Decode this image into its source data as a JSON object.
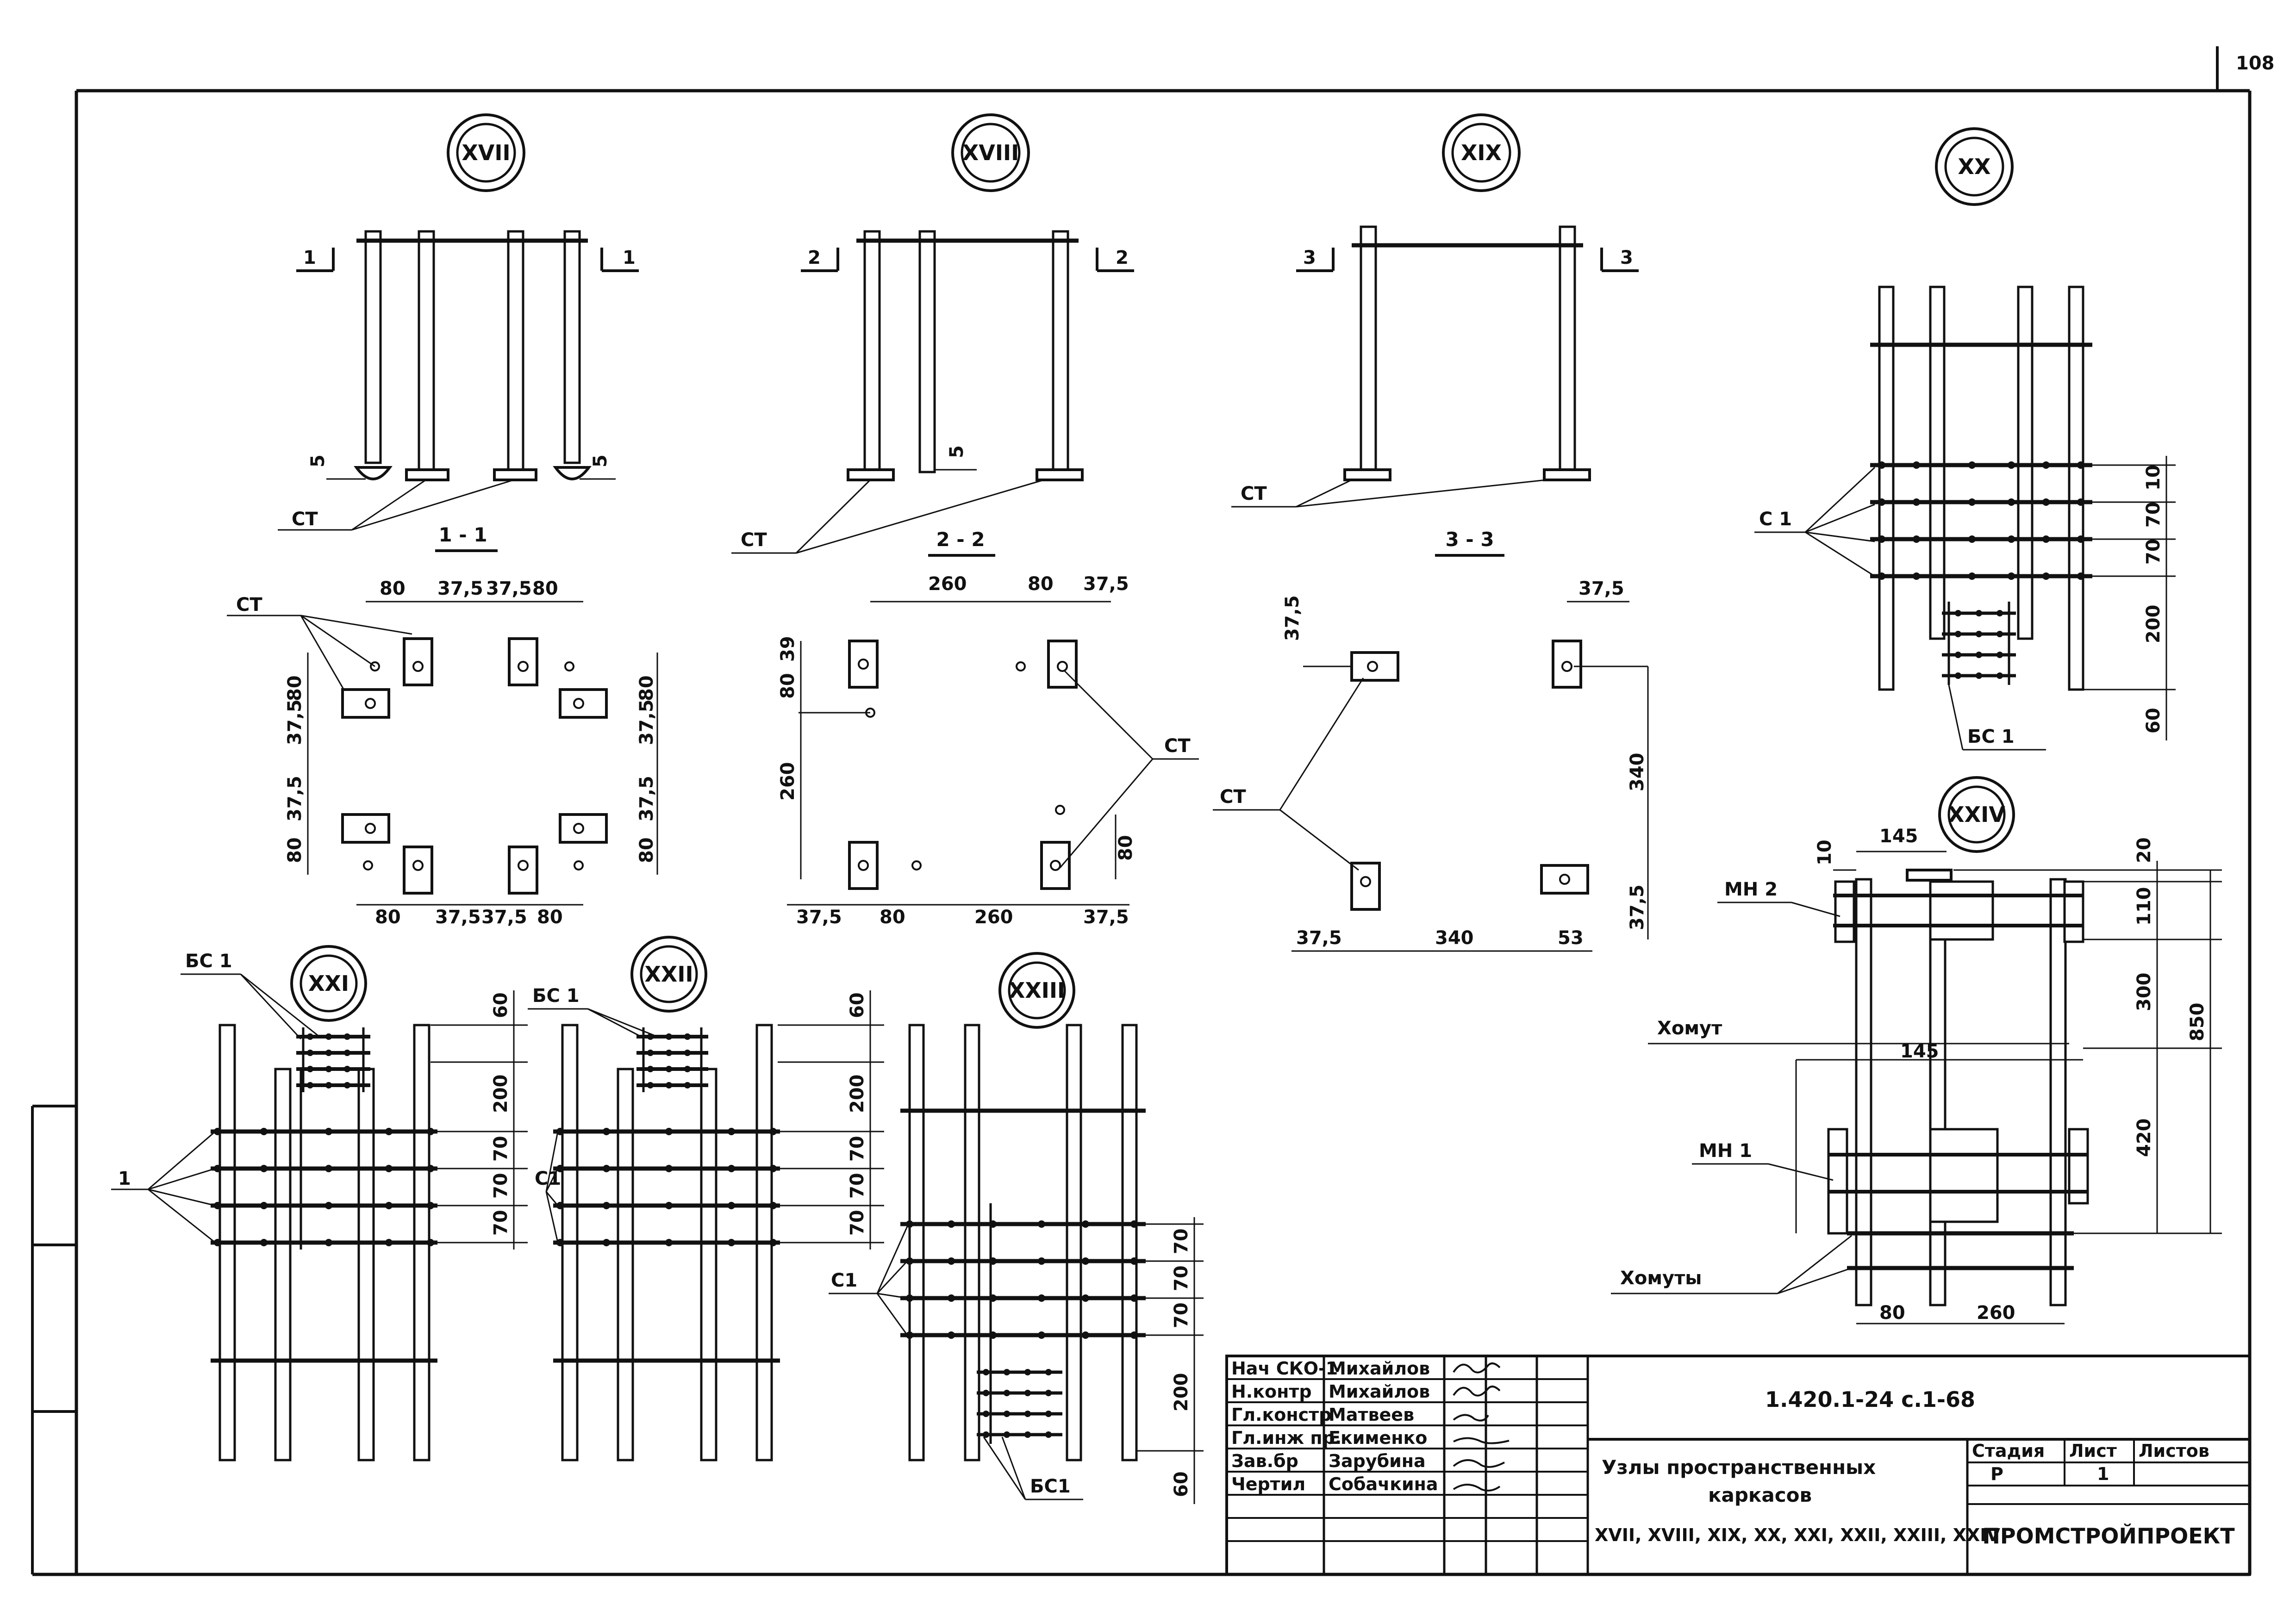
{
  "sheet_number": "108",
  "nodes": {
    "xvii": "XVII",
    "xviii": "XVIII",
    "xix": "XIX",
    "xx": "XX",
    "xxi": "XXI",
    "xxii": "XXII",
    "xxiii": "XXIII",
    "xxiv": "XXIV"
  },
  "labels": {
    "st": "СТ",
    "bs1": "БС 1",
    "bs1b": "БС1",
    "c1": "С1",
    "c1b": "С 1",
    "one": "1",
    "mn1": "МН 1",
    "mn2": "МН 2",
    "khomut": "Хомут",
    "khomuty": "Хомуты"
  },
  "sections": {
    "s1": "1 - 1",
    "s2": "2 - 2",
    "s3": "3 - 3",
    "m1": "1",
    "m2": "2",
    "m3": "3"
  },
  "dims": {
    "d5": "5",
    "d10": "10",
    "d20": "20",
    "d37": "37,5",
    "d39": "39",
    "d53": "53",
    "d60": "60",
    "d70": "70",
    "d80": "80",
    "d110": "110",
    "d145": "145",
    "d200": "200",
    "d260": "260",
    "d300": "300",
    "d340": "340",
    "d420": "420",
    "d850": "850"
  },
  "title_block": {
    "roles": [
      "Нач СКО-1",
      "Н.контр",
      "Гл.констр",
      "Гл.инж пр.",
      "Зав.бр",
      "Чертил"
    ],
    "names": [
      "Михайлов",
      "Михайлов",
      "Матвеев",
      "Екименко",
      "Зарубина",
      "Собачкина"
    ],
    "code": "1.420.1-24 с.1-68",
    "title_line1": "Узлы пространственных",
    "title_line2": "каркасов",
    "title_line3": "XVII, XVIII, XIX, XX, XXI, XXII, XXIII, XXIV",
    "stage_header": "Стадия",
    "sheet_header": "Лист",
    "sheets_header": "Листов",
    "stage_value": "Р",
    "sheet_value": "1",
    "sheets_value": "",
    "company": "ПРОМСТРОЙПРОЕКТ"
  }
}
